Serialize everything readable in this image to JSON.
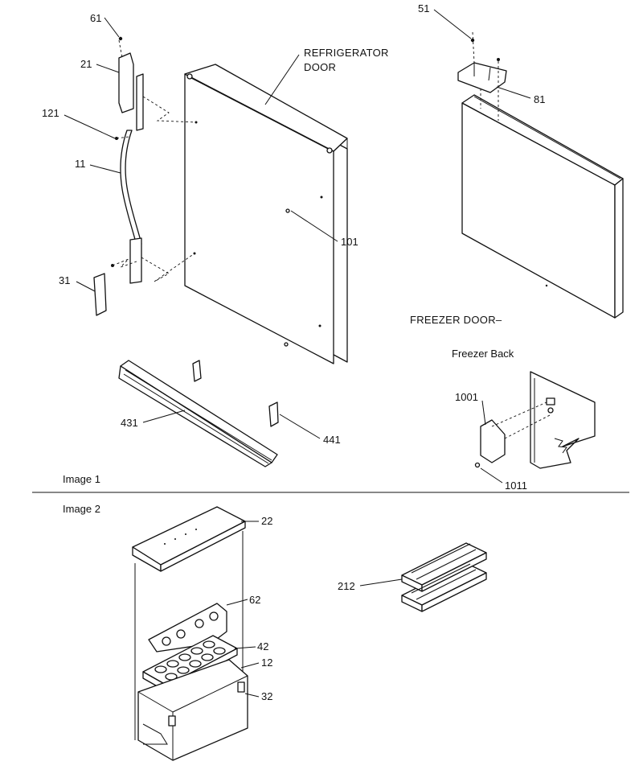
{
  "captions": {
    "refrigerator_door_line1": "REFRIGERATOR",
    "refrigerator_door_line2": "DOOR",
    "freezer_door": "FREEZER DOOR–",
    "freezer_back": "Freezer Back",
    "image1": "Image 1",
    "image2": "Image 2"
  },
  "callouts": {
    "p61": "61",
    "p21": "21",
    "p121": "121",
    "p11": "11",
    "p31": "31",
    "p101": "101",
    "p51": "51",
    "p81": "81",
    "p431": "431",
    "p441": "441",
    "p1001": "1001",
    "p1011": "1011",
    "p22": "22",
    "p62": "62",
    "p42": "42",
    "p12": "12",
    "p32": "32",
    "p212": "212"
  }
}
